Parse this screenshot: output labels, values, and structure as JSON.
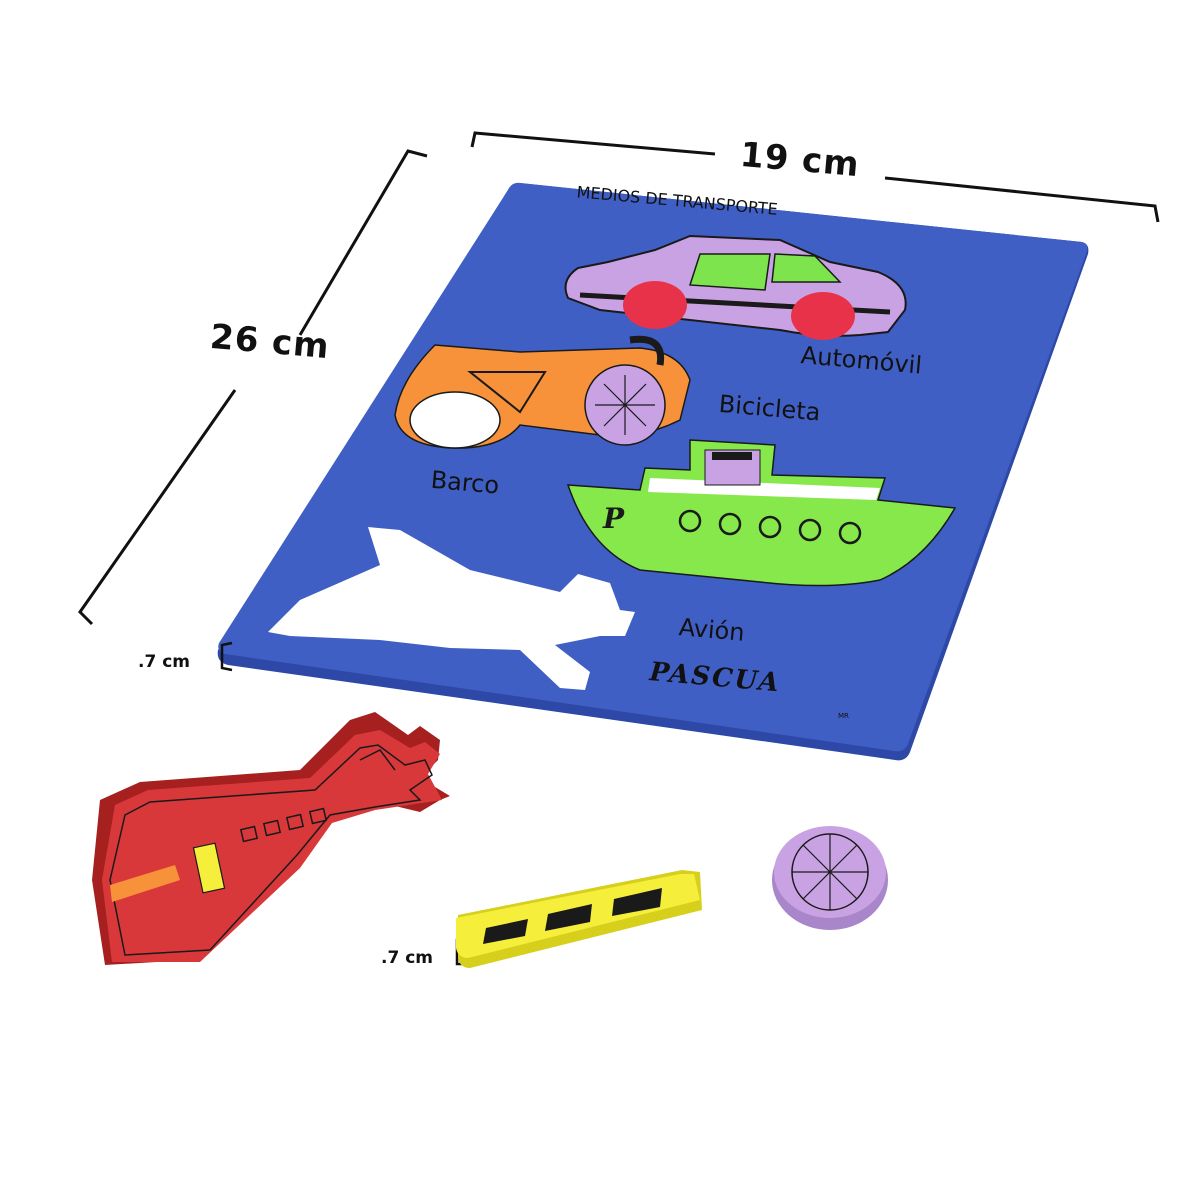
{
  "dimensions": {
    "width_label": "19 cm",
    "height_label": "26 cm",
    "board_thickness_label": ".7 cm",
    "piece_thickness_label": ".7 cm"
  },
  "board": {
    "title": "MEDIOS DE TRANSPORTE",
    "labels": {
      "car": "Automóvil",
      "bicycle": "Bicicleta",
      "boat": "Barco",
      "plane": "Avión"
    },
    "brand": "PASCUA",
    "brand_mark": "MR"
  },
  "colors": {
    "board": "#3f5fc4",
    "car": "#c9a2e4",
    "car_windows": "#7ee44e",
    "car_wheels": "#e8324a",
    "bicycle": "#f7923a",
    "bicycle_wheel": "#c9a2e4",
    "boat": "#86e84a",
    "plane_piece": "#d9383a",
    "wing_piece": "#f5ee3a",
    "wheel_piece": "#c9a2e4"
  }
}
